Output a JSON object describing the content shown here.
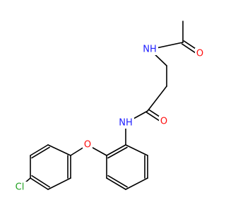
{
  "molecule": {
    "atoms": {
      "nh_top": {
        "text": "NH",
        "color": "#2020ff"
      },
      "o_top": {
        "text": "O",
        "color": "#ff0d0d"
      },
      "nh_mid": {
        "text": "NH",
        "color": "#2020ff"
      },
      "o_mid": {
        "text": "O",
        "color": "#ff0d0d"
      },
      "o_ether": {
        "text": "O",
        "color": "#ff0d0d"
      },
      "cl": {
        "text": "Cl",
        "color": "#1fa01f"
      }
    },
    "colors": {
      "bond": "#000000",
      "nitrogen": "#2020ff",
      "oxygen": "#ff0d0d",
      "chlorine": "#1fa01f"
    }
  }
}
